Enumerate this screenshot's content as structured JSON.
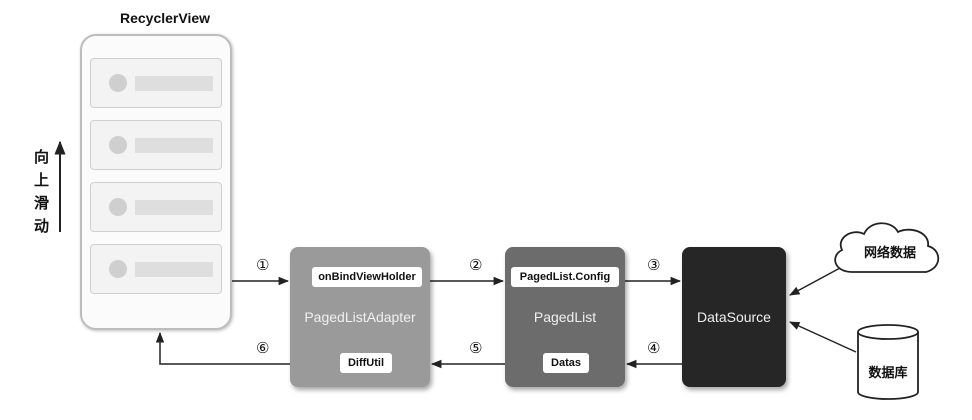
{
  "recyclerview": {
    "title": "RecyclerView"
  },
  "scroll_label": [
    "向",
    "上",
    "滑",
    "动"
  ],
  "adapter": {
    "title": "PagedListAdapter",
    "top_pill": "onBindViewHolder",
    "bottom_pill": "DiffUtil"
  },
  "pagedlist": {
    "title": "PagedList",
    "top_pill": "PagedList.Config",
    "bottom_pill": "Datas"
  },
  "datasource": {
    "title": "DataSource"
  },
  "network": {
    "label": "网络数据"
  },
  "database": {
    "label": "数据库"
  },
  "steps": [
    "①",
    "②",
    "③",
    "④",
    "⑤",
    "⑥"
  ]
}
